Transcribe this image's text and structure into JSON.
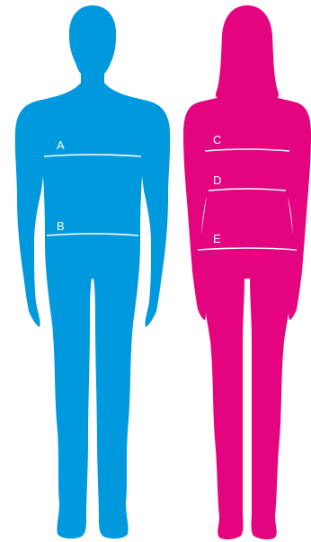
{
  "figures": {
    "male": {
      "color": "#0099de",
      "measurements": [
        {
          "id": "A",
          "label": "A"
        },
        {
          "id": "B",
          "label": "B"
        }
      ]
    },
    "female": {
      "color": "#e5047f",
      "measurements": [
        {
          "id": "C",
          "label": "C"
        },
        {
          "id": "D",
          "label": "D"
        },
        {
          "id": "E",
          "label": "E"
        }
      ]
    }
  }
}
